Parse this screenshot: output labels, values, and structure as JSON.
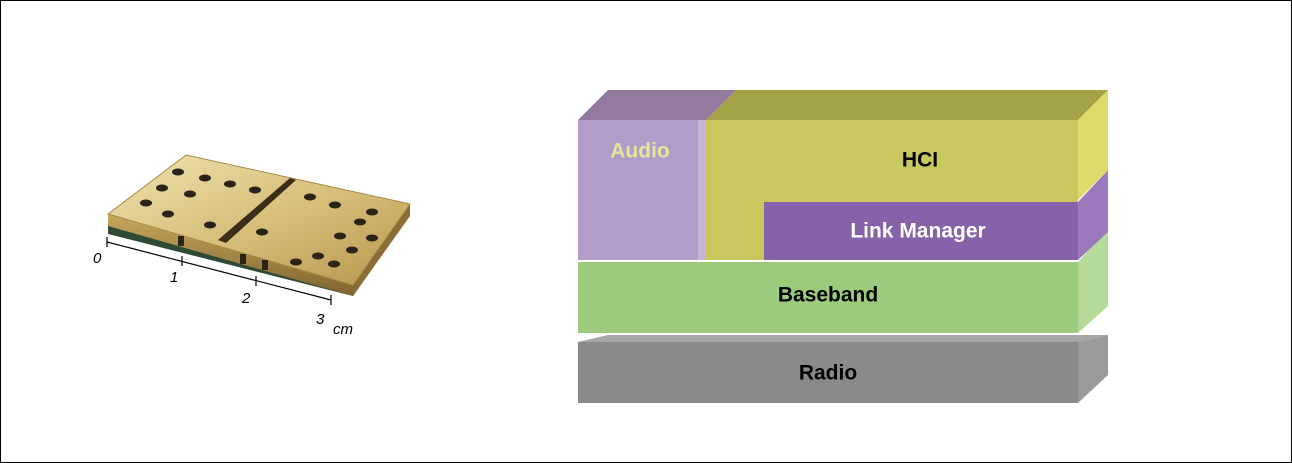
{
  "module_photo": {
    "scale_labels": [
      "0",
      "1",
      "2",
      "3"
    ],
    "scale_unit": "cm"
  },
  "stack": {
    "layers": {
      "audio": "Audio",
      "hci": "HCI",
      "link_manager": "Link Manager",
      "baseband": "Baseband",
      "radio": "Radio"
    },
    "colors": {
      "audio": "#b29cc8",
      "hci": "#c8c85e",
      "link_manager": "#8663a8",
      "baseband": "#9ccb7e",
      "radio": "#8a8a8a",
      "audio_text": "#e6e69a",
      "dark_text": "#000000",
      "light_text": "#ffffff"
    }
  }
}
